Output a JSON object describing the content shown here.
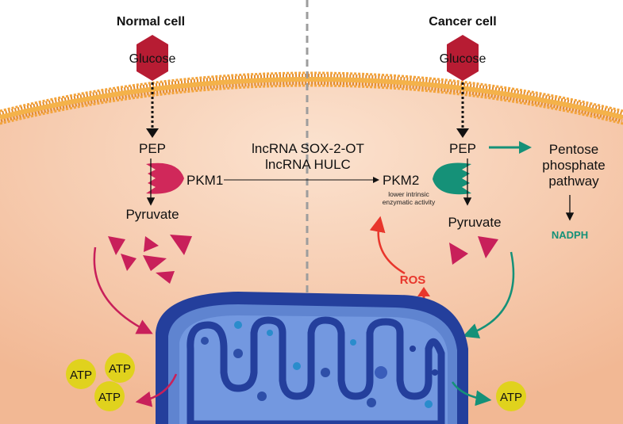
{
  "titles": {
    "normal": "Normal cell",
    "cancer": "Cancer cell"
  },
  "glucose": {
    "left": "Glucose",
    "right": "Glucose"
  },
  "left": {
    "pep": "PEP",
    "enzyme": "PKM1",
    "pyruvate": "Pyruvate"
  },
  "center": {
    "lnc1": "lncRNA SOX-2-OT",
    "lnc2": "lncRNA HULC"
  },
  "right": {
    "pep": "PEP",
    "enzyme": "PKM2",
    "enzyme_note1": "lower intrinsic",
    "enzyme_note2": "enzymatic activity",
    "pyruvate": "Pyruvate",
    "pentose1": "Pentose",
    "pentose2": "phosphate",
    "pentose3": "pathway",
    "nadph": "NADPH",
    "ros": "ROS"
  },
  "atp": {
    "a1": "ATP",
    "a2": "ATP",
    "a3": "ATP",
    "a4": "ATP"
  },
  "colors": {
    "cytoplasm": "#f5c8a8",
    "membrane": "#f2a63a",
    "glucose": "#b71c33",
    "pkm1": "#d0285a",
    "pkm2": "#159178",
    "ros": "#e8362c",
    "atp": "#e0d21d",
    "mito_outer": "#243f9c",
    "mito_inner": "#6b8fd6"
  }
}
